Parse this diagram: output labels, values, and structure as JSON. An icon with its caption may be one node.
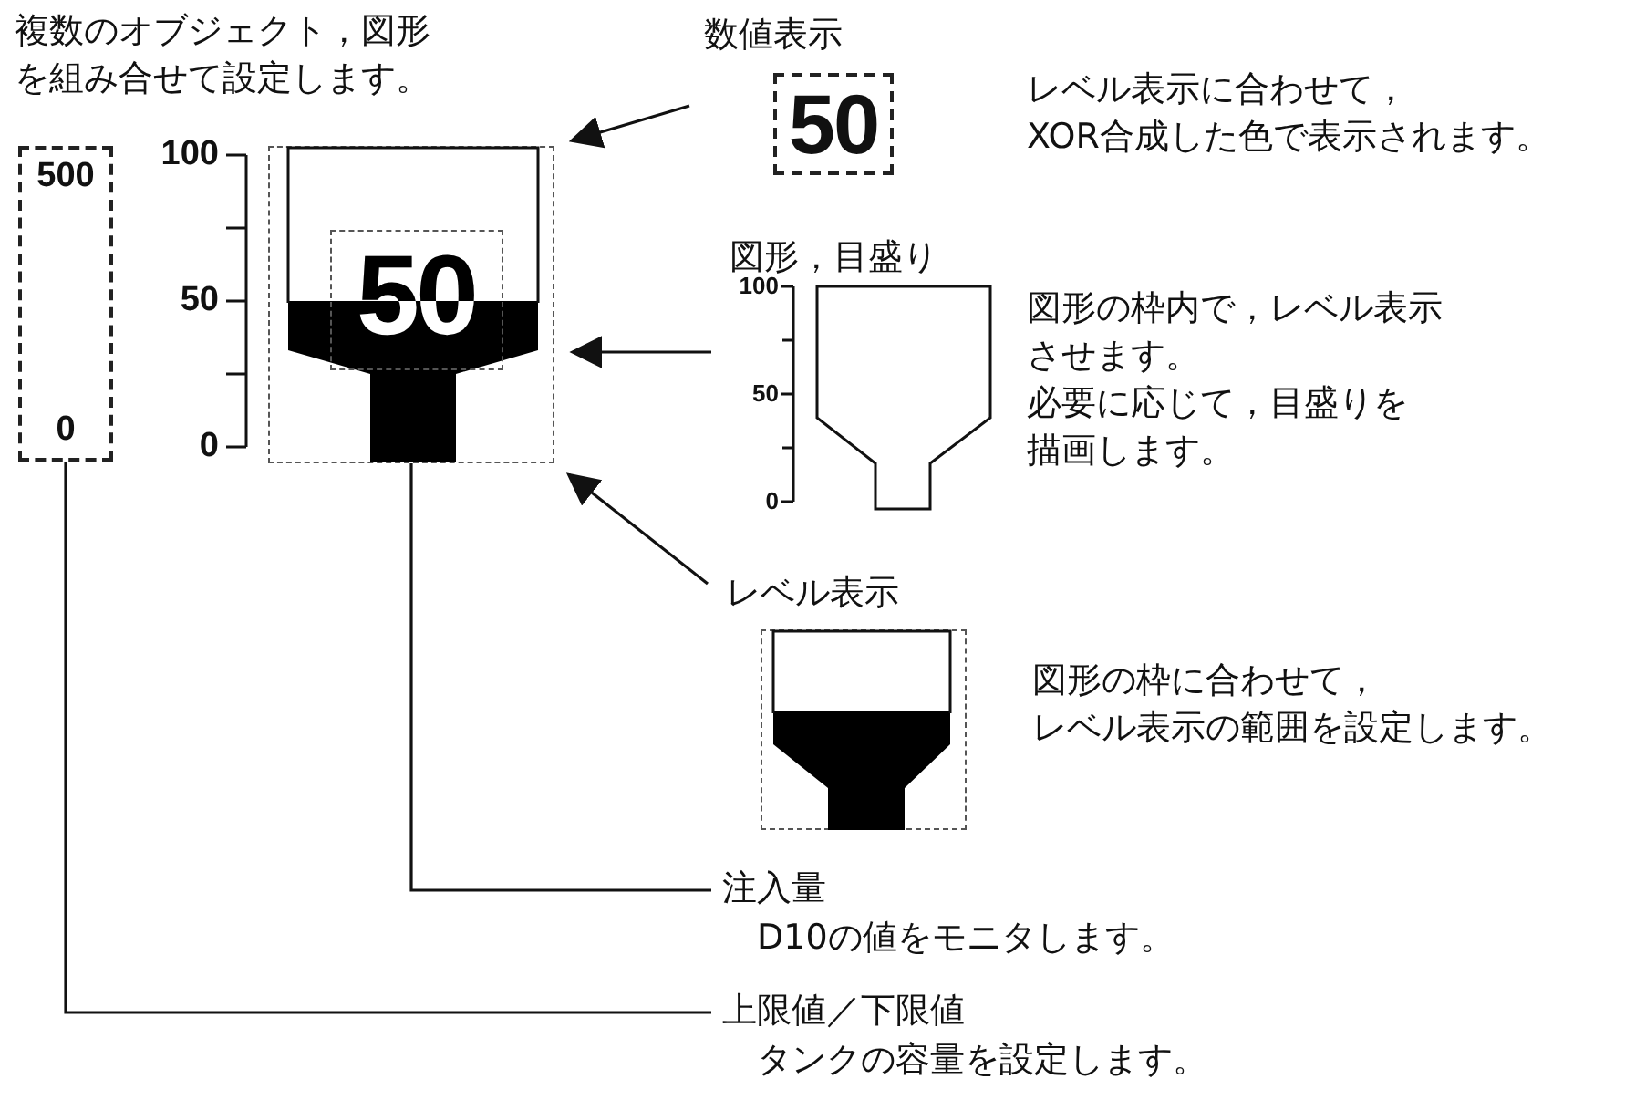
{
  "diagram": {
    "nodes": [
      {
        "text": [
          "500",
          "0"
        ]
      },
      {
        "text": [],
        "shape": "box"
      },
      {
        "text": [
          "50"
        ],
        "in": 1
      },
      {
        "text": [
          "数値表示",
          "50"
        ],
        "beside": [
          "レベル表示に合わせて，XOR合成した色で表示されます。"
        ]
      },
      {
        "text": [
          "図形，目盛り"
        ],
        "beside": [
          "図形の枠内で，レベル表示させます。",
          "必要に応じて，目盛りを描画します。"
        ]
      },
      {
        "text": [
          "レベル表示"
        ],
        "beside": [
          "図形の枠に合わせて，レベル表示の範囲を設定します。"
        ]
      },
      {
        "text": [
          "注入量",
          "D10の値をモニタします。"
        ]
      },
      {
        "text": [
          "上限値／下限値",
          "タンクの容量を設定します。"
        ]
      }
    ],
    "edges": [
      {
        "from": 3,
        "to": 1,
        "arrow": "to"
      },
      {
        "from": 4,
        "to": 1,
        "arrow": "to"
      },
      {
        "from": 5,
        "to": 1,
        "arrow": "to"
      },
      {
        "from": 6,
        "to": 1,
        "arrow": "none"
      },
      {
        "from": 7,
        "to": 0,
        "arrow": "none"
      }
    ],
    "labels": [
      "複数のオブジェクト，図形を組み合せて設定します。",
      "100",
      "50",
      "0",
      "100",
      "50",
      "0"
    ]
  }
}
